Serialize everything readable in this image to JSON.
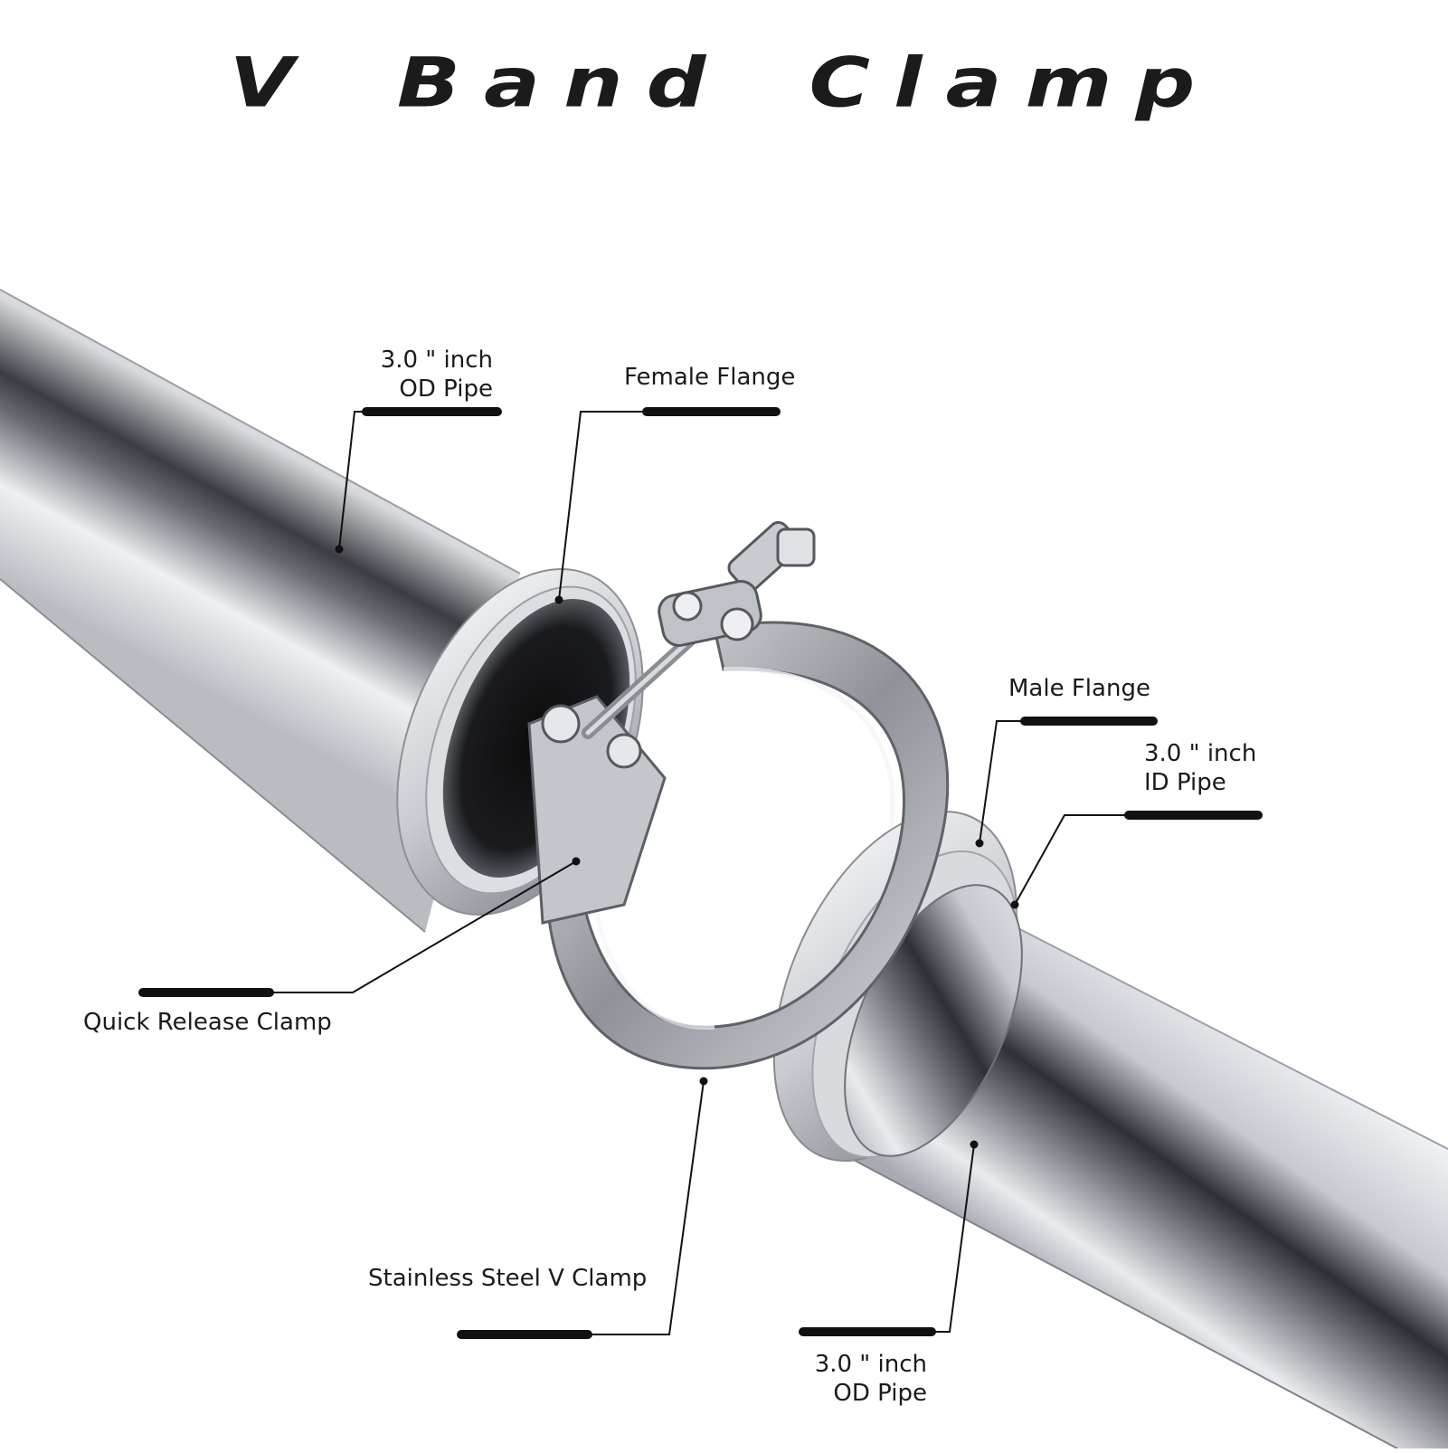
{
  "title": "V Band Clamp",
  "colors": {
    "background": "#ffffff",
    "text": "#1a1a1a",
    "callout_line": "#111111",
    "pipe_light": "#f2f3f5",
    "pipe_dark": "#2b2d31"
  },
  "labels": {
    "od_pipe_top": {
      "line1": "3.0 \" inch",
      "line2": "OD Pipe"
    },
    "female_flange": "Female Flange",
    "male_flange": "Male Flange",
    "id_pipe": {
      "line1": "3.0 \" inch",
      "line2": "ID Pipe"
    },
    "quick_release_clamp": "Quick Release Clamp",
    "stainless_clamp": "Stainless Steel V Clamp",
    "od_pipe_bottom": {
      "line1": "3.0 \" inch",
      "line2": "OD Pipe"
    }
  }
}
